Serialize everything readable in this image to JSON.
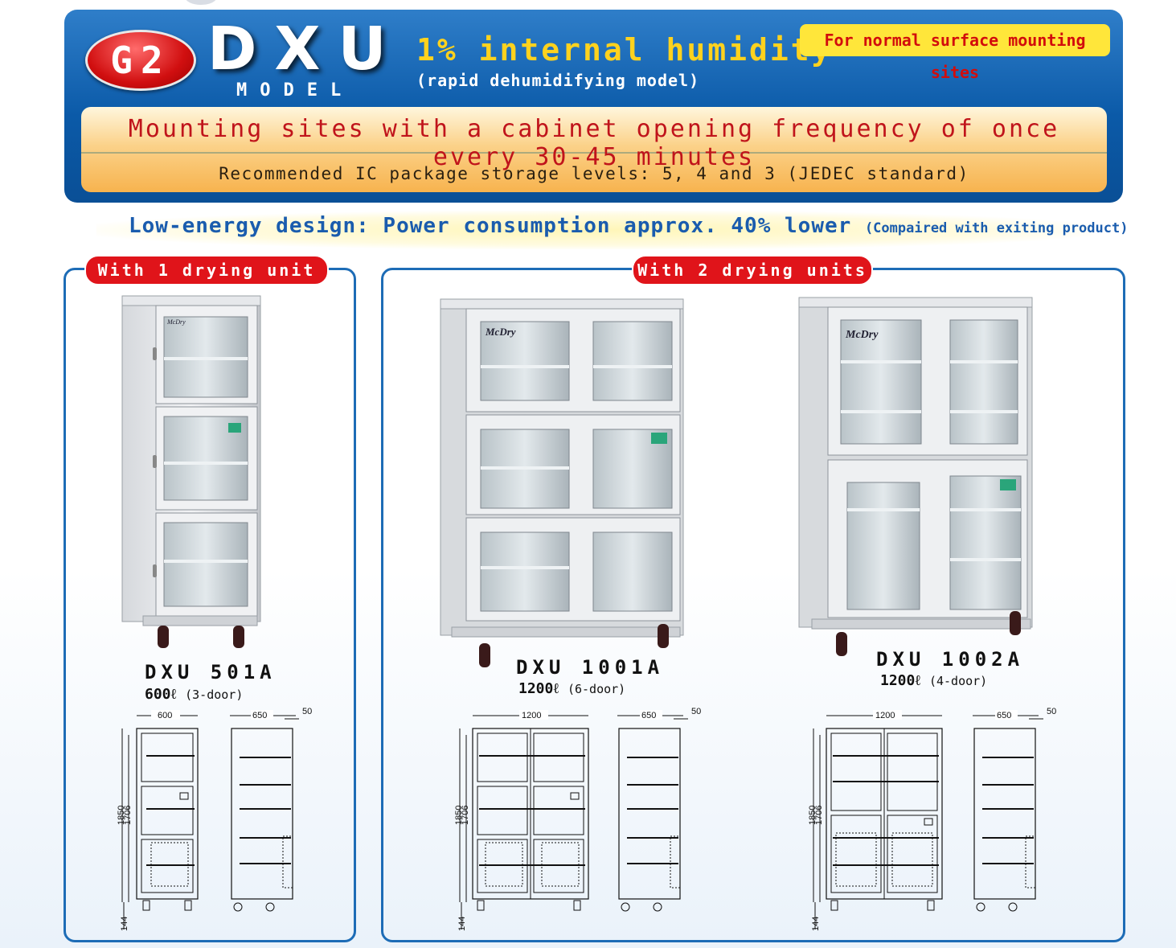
{
  "header": {
    "badge": "G2",
    "model_code": "DXU",
    "model_word": "MODEL",
    "headline": "1% internal humidity",
    "subheadline": "(rapid dehumidifying model)",
    "site_tag": "For normal surface mounting sites"
  },
  "band": {
    "line1": "Mounting sites with a cabinet opening frequency of once every 30-45 minutes",
    "line2": "Recommended IC package storage levels: 5, 4 and 3 (JEDEC standard)"
  },
  "energy": {
    "main": "Low-energy design: Power consumption approx. 40% lower",
    "note": "(Compaired with exiting product)"
  },
  "sections": {
    "one_unit": "With 1 drying unit",
    "two_units": "With 2 drying units"
  },
  "brand_label": "McDry",
  "products": [
    {
      "name": "DXU 501A",
      "capacity": "600ℓ",
      "doors": "(3-door)",
      "dims": {
        "width": "600",
        "depth": "650",
        "back": "50",
        "height": "1850",
        "inner": "1706",
        "base": "144"
      }
    },
    {
      "name": "DXU 1001A",
      "capacity": "1200ℓ",
      "doors": "(6-door)",
      "dims": {
        "width": "1200",
        "depth": "650",
        "back": "50",
        "height": "1850",
        "inner": "1706",
        "base": "144"
      }
    },
    {
      "name": "DXU 1002A",
      "capacity": "1200ℓ",
      "doors": "(4-door)",
      "dims": {
        "width": "1200",
        "depth": "650",
        "back": "50",
        "height": "1850",
        "inner": "1706",
        "base": "144"
      }
    }
  ],
  "colors": {
    "banner_blue": "#0b5aa8",
    "accent_red": "#e0141a",
    "yellow": "#ffe63a",
    "energy_blue": "#1a5cae"
  }
}
